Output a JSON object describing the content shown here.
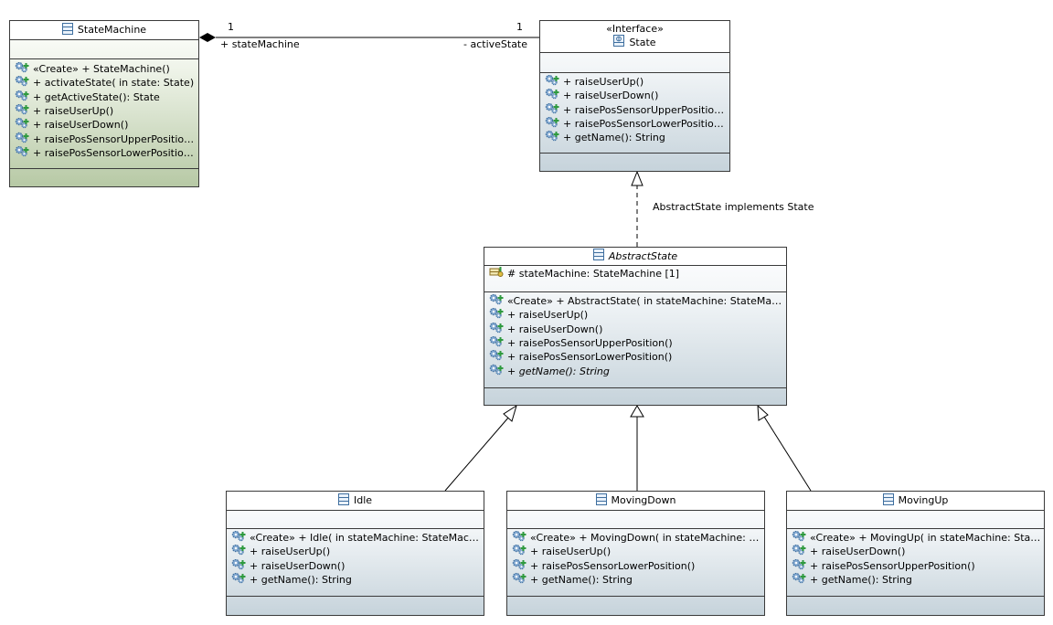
{
  "associations": {
    "state_machine": {
      "left_multiplicity": "1",
      "left_role": "+ stateMachine",
      "right_multiplicity": "1",
      "right_role": "- activeState"
    },
    "realization_label": "AbstractState implements State"
  },
  "classes": {
    "state_machine": {
      "name": "StateMachine",
      "operations": [
        "«Create»  + StateMachine()",
        "+ activateState(  in state: State)",
        "+ getActiveState(): State",
        "+ raiseUserUp()",
        "+ raiseUserDown()",
        "+ raisePosSensorUpperPosition()",
        "+ raisePosSensorLowerPosition()"
      ]
    },
    "state": {
      "stereotype": "«Interface»",
      "name": "State",
      "operations": [
        "+ raiseUserUp()",
        "+ raiseUserDown()",
        "+ raisePosSensorUpperPosition()",
        "+ raisePosSensorLowerPosition()",
        "+ getName(): String"
      ]
    },
    "abstract_state": {
      "name": "AbstractState",
      "attributes": [
        "# stateMachine: StateMachine [1]"
      ],
      "operations": [
        "«Create»  + AbstractState(  in stateMachine: StateMachine)",
        "+ raiseUserUp()",
        "+ raiseUserDown()",
        "+ raisePosSensorUpperPosition()",
        "+ raisePosSensorLowerPosition()",
        "+ getName(): String"
      ]
    },
    "idle": {
      "name": "Idle",
      "operations": [
        "«Create»  + Idle(  in stateMachine: StateMachine)",
        "+ raiseUserUp()",
        "+ raiseUserDown()",
        "+ getName(): String"
      ]
    },
    "moving_down": {
      "name": "MovingDown",
      "operations": [
        "«Create»  + MovingDown(  in stateMachine: Sta...",
        "+ raiseUserUp()",
        "+ raisePosSensorLowerPosition()",
        "+ getName(): String"
      ]
    },
    "moving_up": {
      "name": "MovingUp",
      "operations": [
        "«Create»  + MovingUp(  in stateMachine: State...",
        "+ raiseUserDown()",
        "+ raisePosSensorUpperPosition()",
        "+ getName(): String"
      ]
    }
  },
  "icons": {
    "class": "class-icon",
    "interface": "interface-icon",
    "operation": "operation-gear-icon",
    "attribute": "attribute-icon"
  },
  "colors": {
    "border": "#3a3a3a",
    "class_fill_blue": "#c6d3db",
    "class_fill_green": "#b7c9a5",
    "icon_blue": "#3f6f9f",
    "icon_green": "#2f9a3f"
  }
}
